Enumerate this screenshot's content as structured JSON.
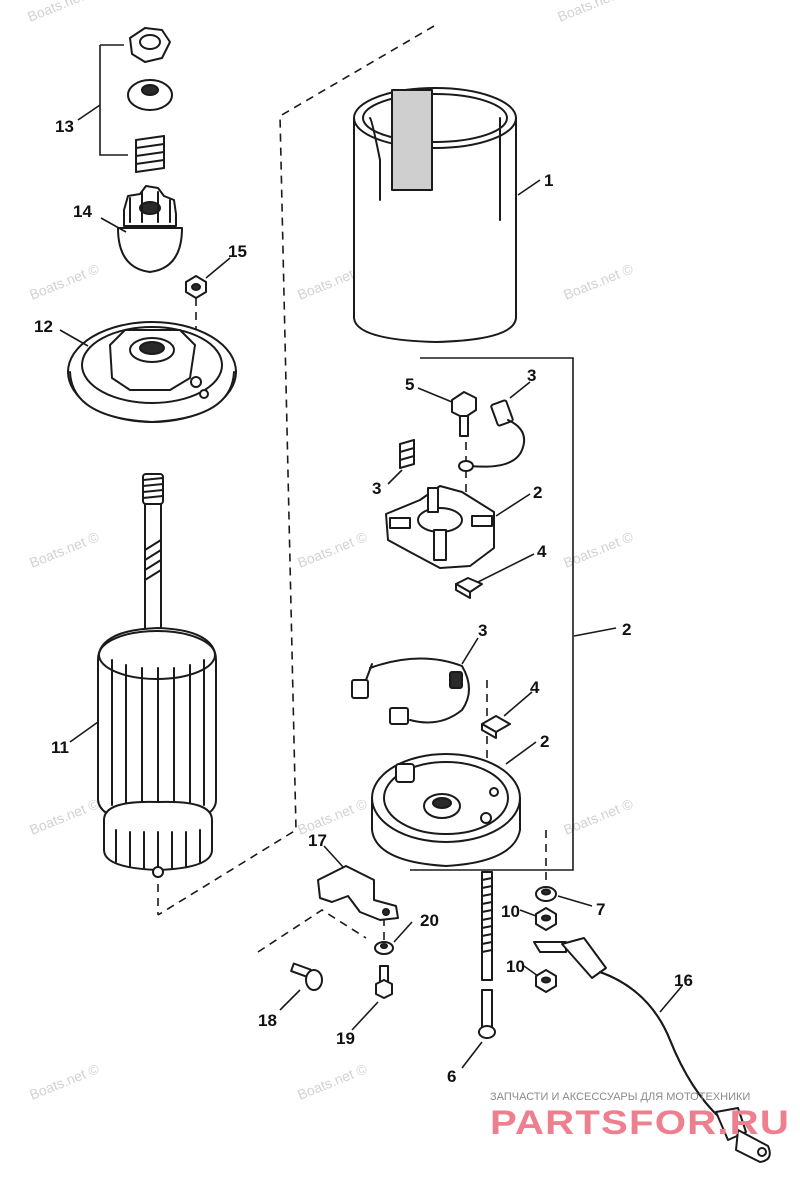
{
  "watermarks": [
    "Boats.net ©",
    "Boats.net ©",
    "Boats.net ©",
    "Boats.net ©",
    "Boats.net ©",
    "Boats.net ©",
    "Boats.net ©",
    "Boats.net ©",
    "Boats.net ©",
    "Boats.net ©",
    "Boats.net ©",
    "Boats.net ©",
    "Boats.net ©"
  ],
  "callouts": {
    "c1": "1",
    "c2a": "2",
    "c2b": "2",
    "c2c": "2",
    "c3a": "3",
    "c3b": "3",
    "c3c": "3",
    "c4a": "4",
    "c4b": "4",
    "c5": "5",
    "c6": "6",
    "c7": "7",
    "c10a": "10",
    "c10b": "10",
    "c11": "11",
    "c12": "12",
    "c13": "13",
    "c14": "14",
    "c15": "15",
    "c16": "16",
    "c17": "17",
    "c18": "18",
    "c19": "19",
    "c20": "20"
  },
  "brand": {
    "tagline": "ЗАПЧАСТИ И АКСЕССУАРЫ ДЛЯ МОТОТЕХНИКИ",
    "logo": "PARTSFOR.RU"
  }
}
